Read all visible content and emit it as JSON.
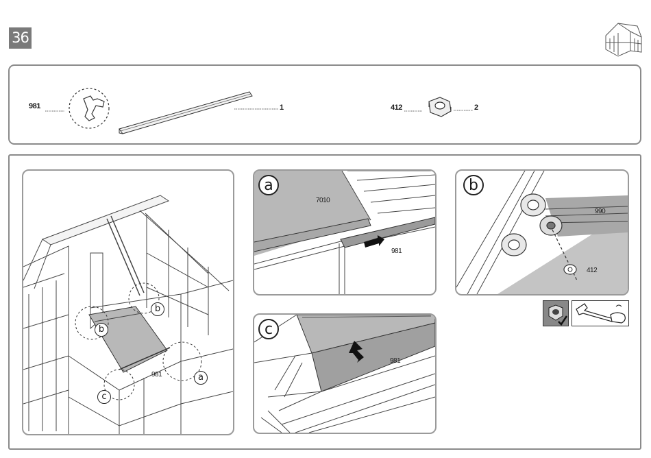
{
  "step_number": "36",
  "parts": [
    {
      "code": "981",
      "qty": "1"
    },
    {
      "code": "412",
      "qty": "2"
    }
  ],
  "overview": {
    "callouts": {
      "b1": "b",
      "b2": "b",
      "a": "a",
      "c": "c"
    },
    "part_label": "981"
  },
  "detail_a": {
    "letter": "a",
    "panel_label": "7010",
    "part_label": "981"
  },
  "detail_b": {
    "letter": "b",
    "rail_label": "990",
    "nut_label": "412"
  },
  "detail_c": {
    "letter": "c",
    "part_label": "981"
  },
  "icons": [
    "greenhouse-icon",
    "nut-tightened-icon",
    "wrench-hand-icon",
    "arrow-icon"
  ]
}
